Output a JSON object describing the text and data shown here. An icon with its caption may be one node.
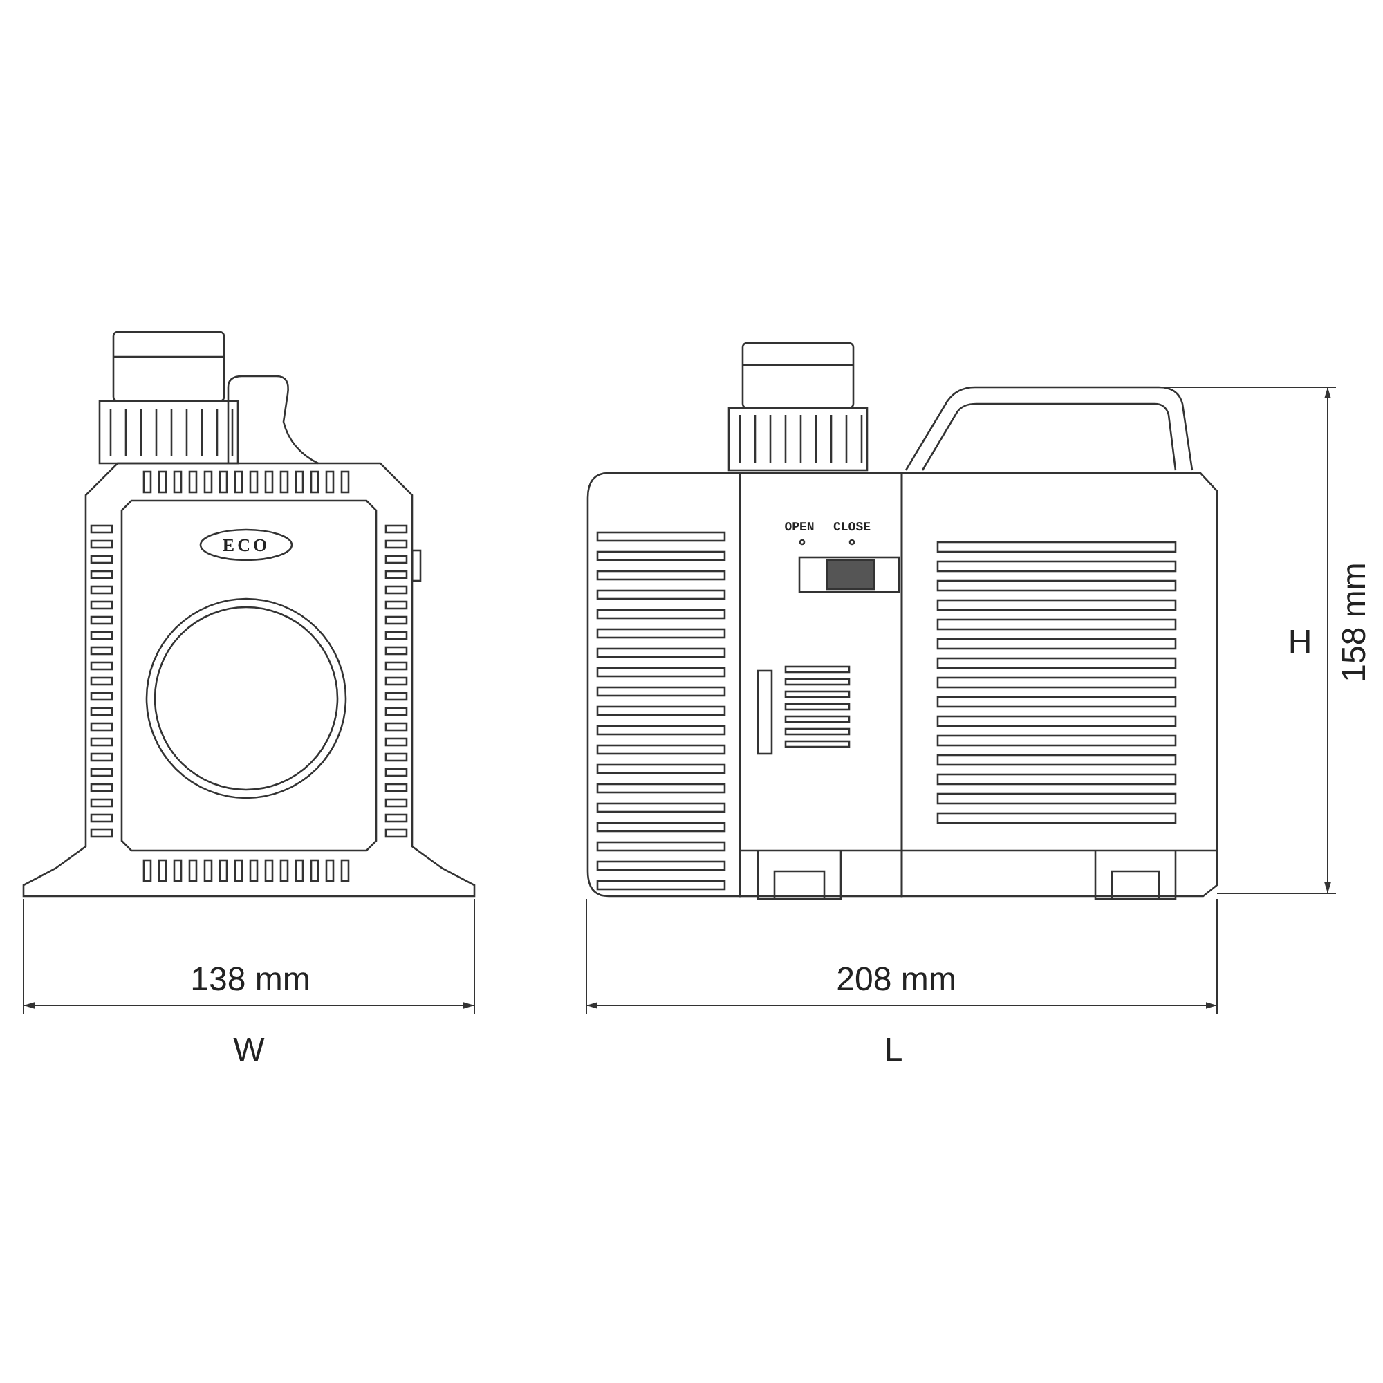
{
  "diagram": {
    "labels": [
      "ECO",
      "OPEN",
      "CLOSE",
      "138 mm",
      "W",
      "208 mm",
      "L",
      "H",
      "158 mm"
    ]
  }
}
